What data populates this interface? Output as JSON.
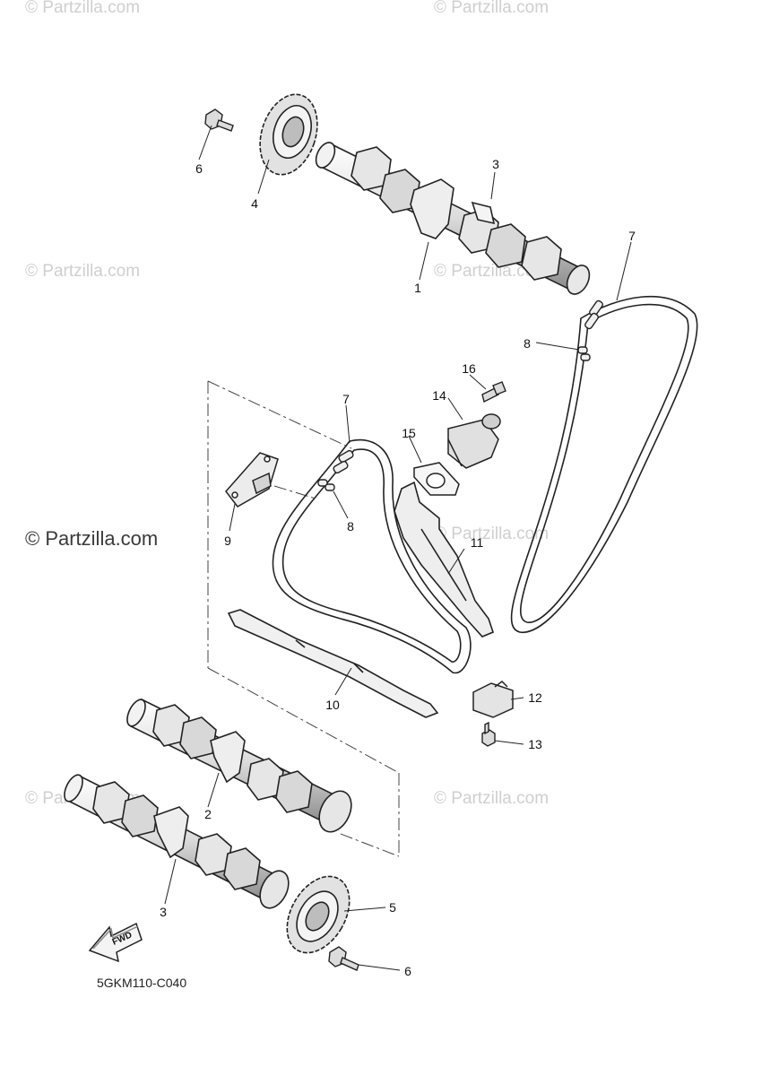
{
  "watermark": {
    "text": "© Partzilla.com",
    "main_text": "© Partzilla.com"
  },
  "diagram_code": "5GKM110-C040",
  "fwd_label": "FWD",
  "callouts": [
    {
      "id": "c6a",
      "label": "6"
    },
    {
      "id": "c4",
      "label": "4"
    },
    {
      "id": "c3a",
      "label": "3"
    },
    {
      "id": "c1",
      "label": "1"
    },
    {
      "id": "c7a",
      "label": "7"
    },
    {
      "id": "c8a",
      "label": "8"
    },
    {
      "id": "c16",
      "label": "16"
    },
    {
      "id": "c14",
      "label": "14"
    },
    {
      "id": "c7b",
      "label": "7"
    },
    {
      "id": "c15",
      "label": "15"
    },
    {
      "id": "c9",
      "label": "9"
    },
    {
      "id": "c8b",
      "label": "8"
    },
    {
      "id": "c11",
      "label": "11"
    },
    {
      "id": "c10",
      "label": "10"
    },
    {
      "id": "c12",
      "label": "12"
    },
    {
      "id": "c13",
      "label": "13"
    },
    {
      "id": "c2",
      "label": "2"
    },
    {
      "id": "c5",
      "label": "5"
    },
    {
      "id": "c3b",
      "label": "3"
    },
    {
      "id": "c6b",
      "label": "6"
    }
  ]
}
